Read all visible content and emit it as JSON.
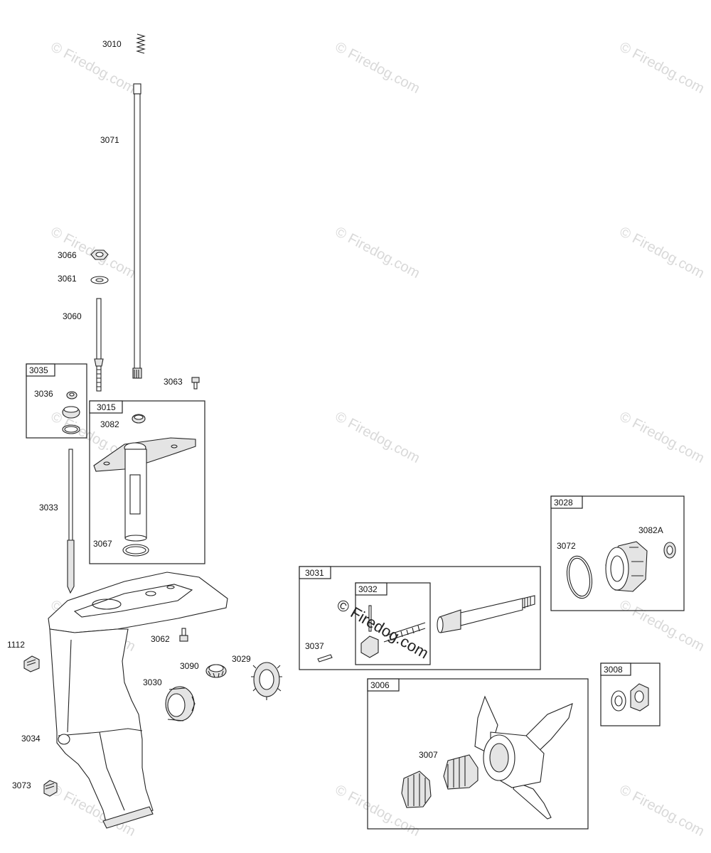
{
  "watermark": "© Firedog.com",
  "labels": {
    "p3010": "3010",
    "p3071": "3071",
    "p3066": "3066",
    "p3061": "3061",
    "p3060": "3060",
    "p3035": "3035",
    "p3036": "3036",
    "p3063": "3063",
    "p3015": "3015",
    "p3082": "3082",
    "p3033": "3033",
    "p3067": "3067",
    "p3028": "3028",
    "p3072": "3072",
    "p3082A": "3082A",
    "p3031": "3031",
    "p3032": "3032",
    "p3037": "3037",
    "p1112": "1112",
    "p3062": "3062",
    "p3090": "3090",
    "p3029": "3029",
    "p3030": "3030",
    "p3008": "3008",
    "p3006": "3006",
    "p3007": "3007",
    "p3034": "3034",
    "p3073": "3073"
  }
}
